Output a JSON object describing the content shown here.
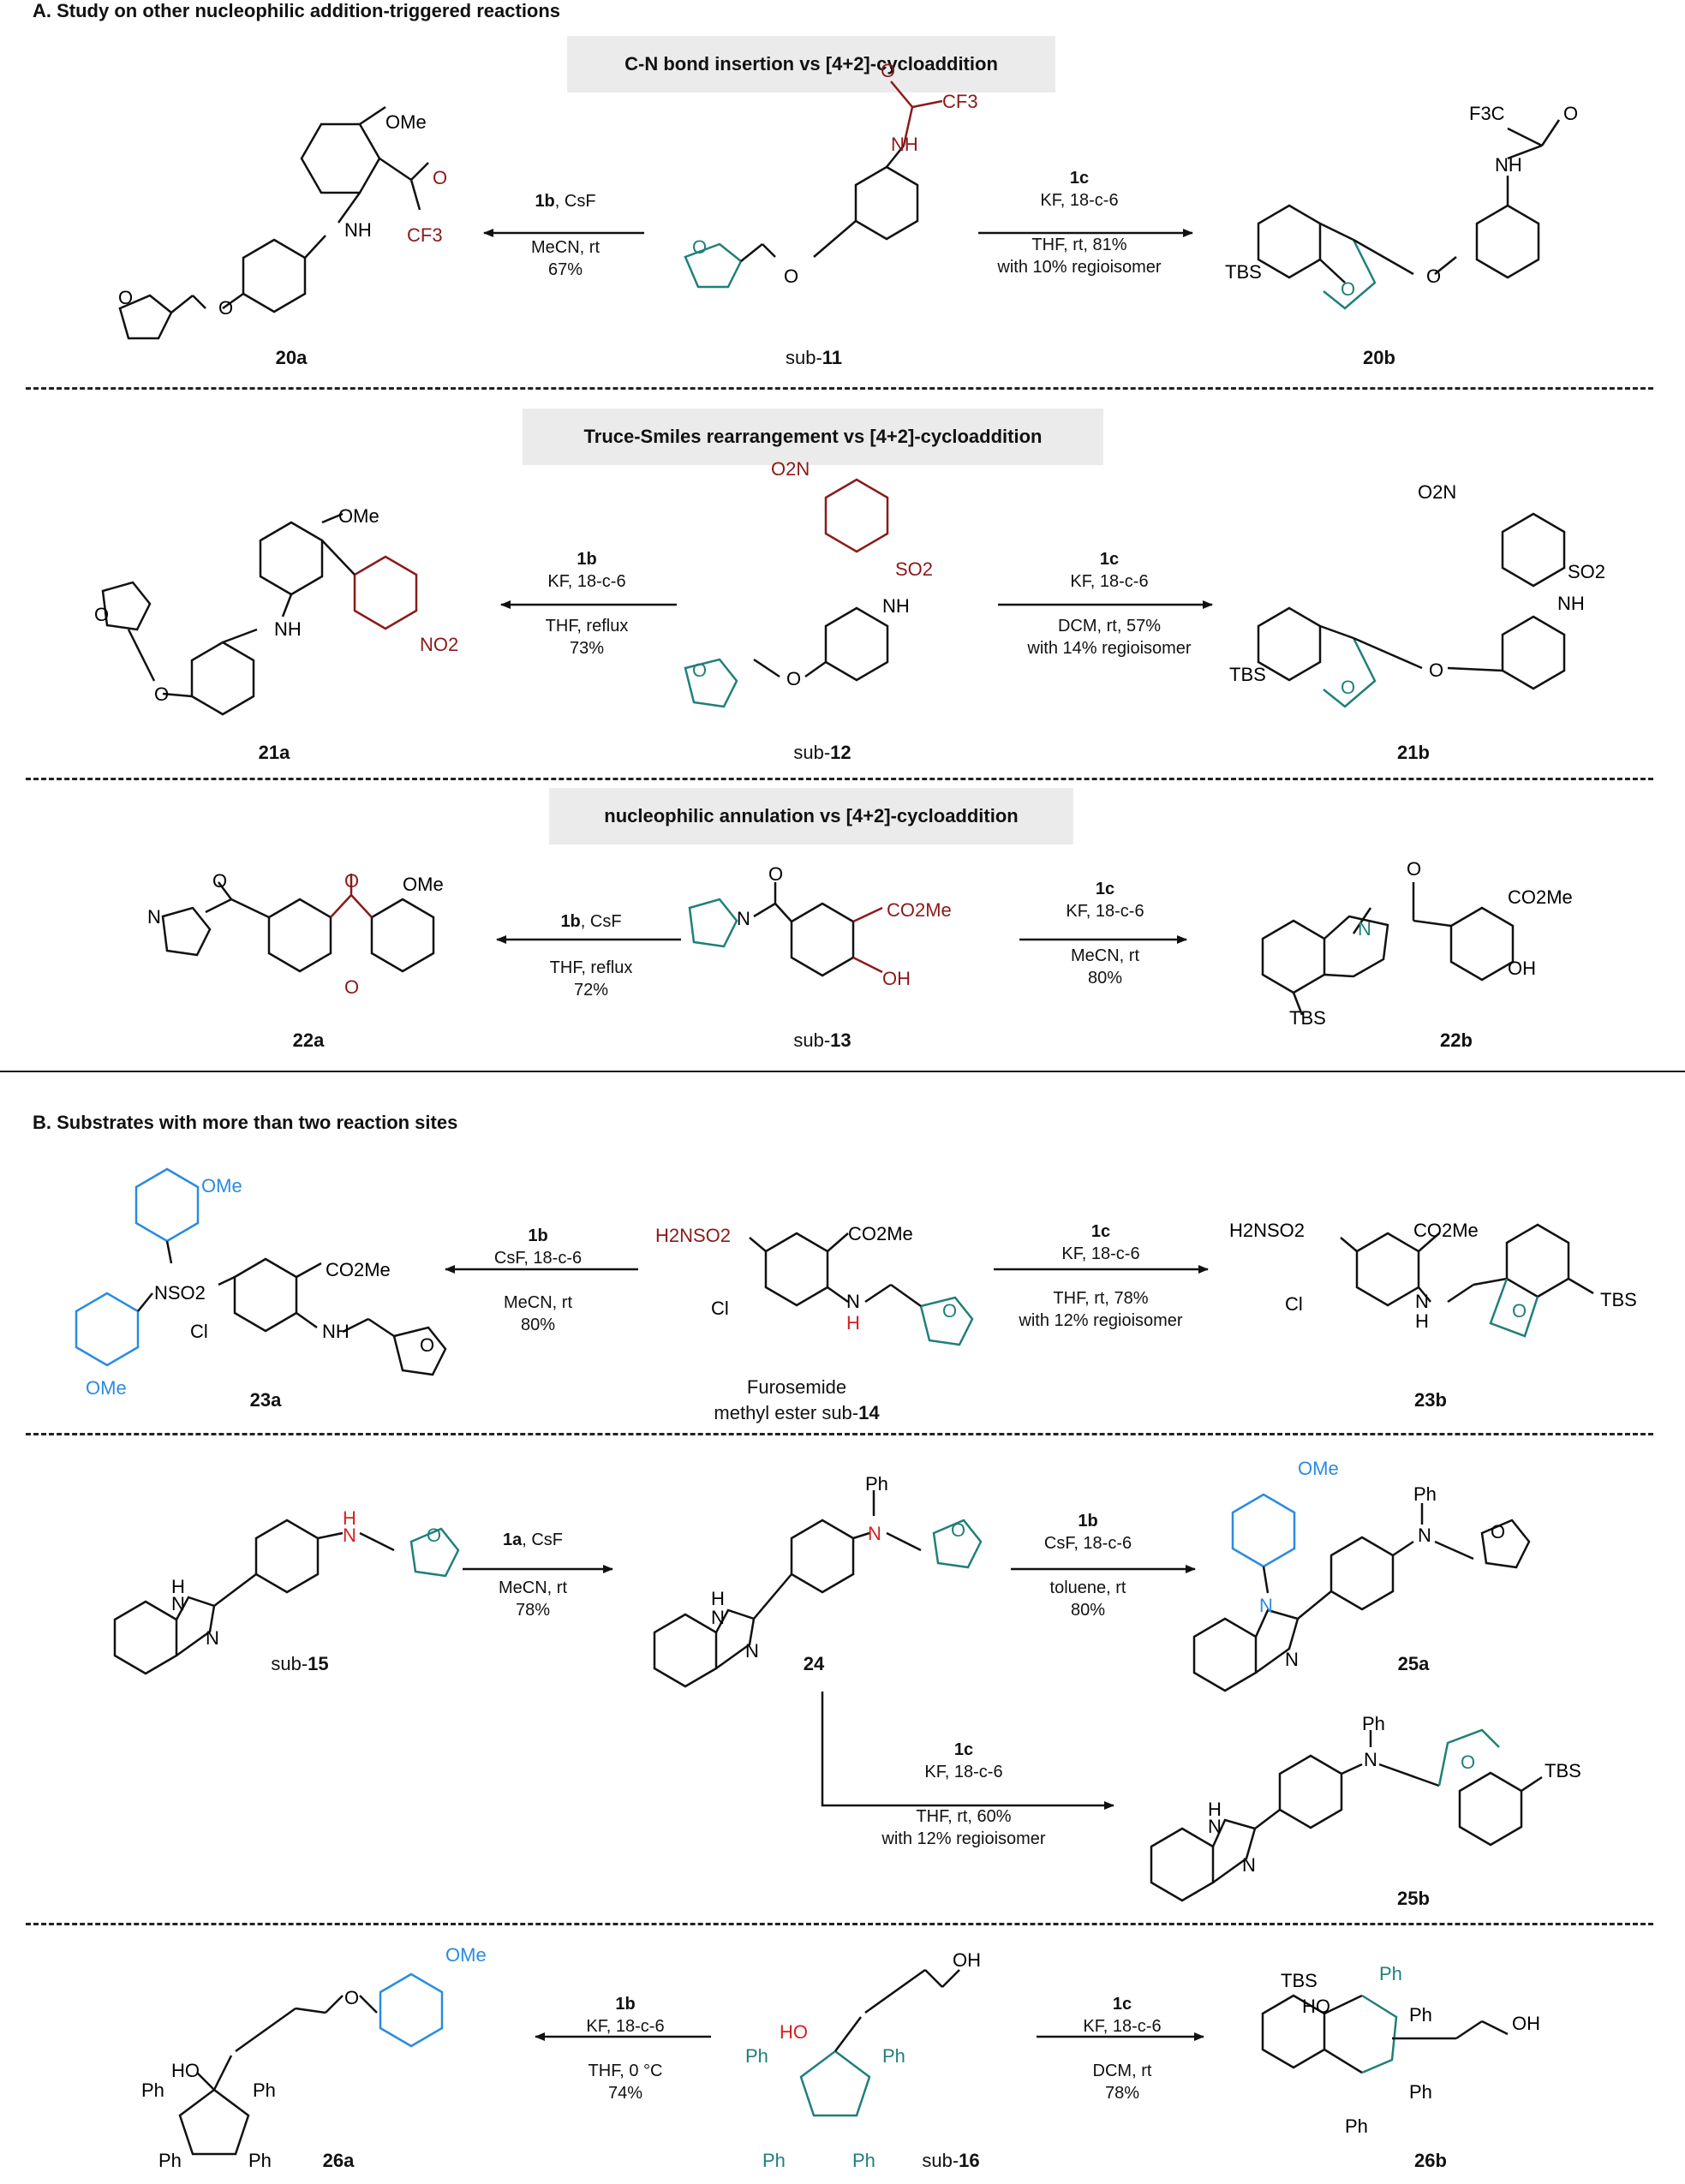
{
  "sectionA": {
    "header": "A. Study on other nucleophilic addition-triggered reactions",
    "rows": [
      {
        "title": "C-N bond insertion vs [4+2]-cycloaddition",
        "left_cond": {
          "reagent": "1b",
          "reagent_extra": ", CsF",
          "line2": "MeCN, rt",
          "line3": "67%"
        },
        "right_cond": {
          "reagent": "1c",
          "line2": "KF, 18-c-6",
          "line3": "THF, rt, 81%",
          "line4": "with 10% regioisomer"
        },
        "left_label": "20a",
        "center_prefix": "sub-",
        "center_num": "11",
        "right_label": "20b"
      },
      {
        "title": "Truce-Smiles rearrangement vs [4+2]-cycloaddition",
        "left_cond": {
          "reagent": "1b",
          "line2": "KF, 18-c-6",
          "line3": "THF, reflux",
          "line4": "73%"
        },
        "right_cond": {
          "reagent": "1c",
          "line2": "KF, 18-c-6",
          "line3": "DCM, rt, 57%",
          "line4": "with 14% regioisomer"
        },
        "left_label": "21a",
        "center_prefix": "sub-",
        "center_num": "12",
        "right_label": "21b"
      },
      {
        "title": "nucleophilic annulation vs [4+2]-cycloaddition",
        "left_cond": {
          "reagent": "1b",
          "reagent_extra": ", CsF",
          "line2": "THF, reflux",
          "line3": "72%"
        },
        "right_cond": {
          "reagent": "1c",
          "line2": "KF, 18-c-6",
          "line3": "MeCN, rt",
          "line4": "80%"
        },
        "left_label": "22a",
        "center_prefix": "sub-",
        "center_num": "13",
        "right_label": "22b"
      }
    ]
  },
  "sectionB": {
    "header": "B. Substrates with more than two reaction sites",
    "row1": {
      "left_cond": {
        "reagent": "1b",
        "line2": "CsF, 18-c-6",
        "line3": "MeCN, rt",
        "line4": "80%"
      },
      "right_cond": {
        "reagent": "1c",
        "line2": "KF, 18-c-6",
        "line3": "THF, rt, 78%",
        "line4": "with 12% regioisomer"
      },
      "left_label": "23a",
      "center_line1": "Furosemide",
      "center_line2_prefix": "methyl ester sub-",
      "center_num": "14",
      "right_label": "23b"
    },
    "row2": {
      "cond1": {
        "reagent": "1a",
        "reagent_extra": ", CsF",
        "line2": "MeCN, rt",
        "line3": "78%"
      },
      "cond2": {
        "reagent": "1b",
        "line2": "CsF, 18-c-6",
        "line3": "toluene, rt",
        "line4": "80%"
      },
      "cond3": {
        "reagent": "1c",
        "line2": "KF, 18-c-6",
        "line3": "THF, rt, 60%",
        "line4": "with 12% regioisomer"
      },
      "label_sub_prefix": "sub-",
      "label_sub_num": "15",
      "label_mid": "24",
      "label_a": "25a",
      "label_b": "25b"
    },
    "row3": {
      "left_cond": {
        "reagent": "1b",
        "line2": "KF, 18-c-6",
        "line3": "THF, 0 °C",
        "line4": "74%"
      },
      "right_cond": {
        "reagent": "1c",
        "line2": "KF, 18-c-6",
        "line3": "DCM, rt",
        "line4": "78%"
      },
      "left_label": "26a",
      "center_prefix": "sub-",
      "center_num": "16",
      "right_label": "26b"
    }
  },
  "atom_labels": {
    "OMe": "OMe",
    "NH": "NH",
    "N": "N",
    "O": "O",
    "H": "H",
    "HN": "HN",
    "CF3": "CF3",
    "TBS": "TBS",
    "NO2": "NO2",
    "O2N": "O2N",
    "SO2": "SO2",
    "CO2Me": "CO2Me",
    "OH": "OH",
    "HO": "HO",
    "Cl": "Cl",
    "H2NSO2": "H2NSO2",
    "NSO2": "NSO2",
    "Ph": "Ph",
    "F3C": "F3C"
  },
  "colors": {
    "red": "#8b1a1a",
    "teal": "#1f7f7a",
    "blue": "#2a8be0",
    "bright_red": "#d62020"
  }
}
